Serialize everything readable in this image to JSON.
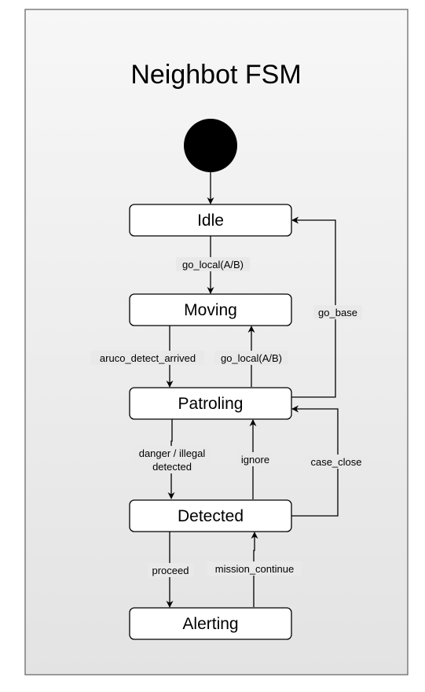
{
  "title": "Neighbot FSM",
  "colors": {
    "frame_gradient_top": "#f7f7f7",
    "frame_gradient_bottom": "#e3e3e3",
    "frame_border": "#6b6b6b",
    "state_fill": "#ffffff",
    "initial_state": "#000000"
  },
  "states": {
    "idle": "Idle",
    "moving": "Moving",
    "patroling": "Patroling",
    "detected": "Detected",
    "alerting": "Alerting"
  },
  "transitions": {
    "go_local_idle_moving": "go_local(A/B)",
    "aruco_detect_arrived": "aruco_detect_arrived",
    "go_local_patroling_moving": "go_local(A/B)",
    "go_base": "go_base",
    "danger_line1": "danger / illegal",
    "danger_line2": "detected",
    "ignore": "ignore",
    "case_close": "case_close",
    "proceed": "proceed",
    "mission_continue": "mission_continue"
  }
}
